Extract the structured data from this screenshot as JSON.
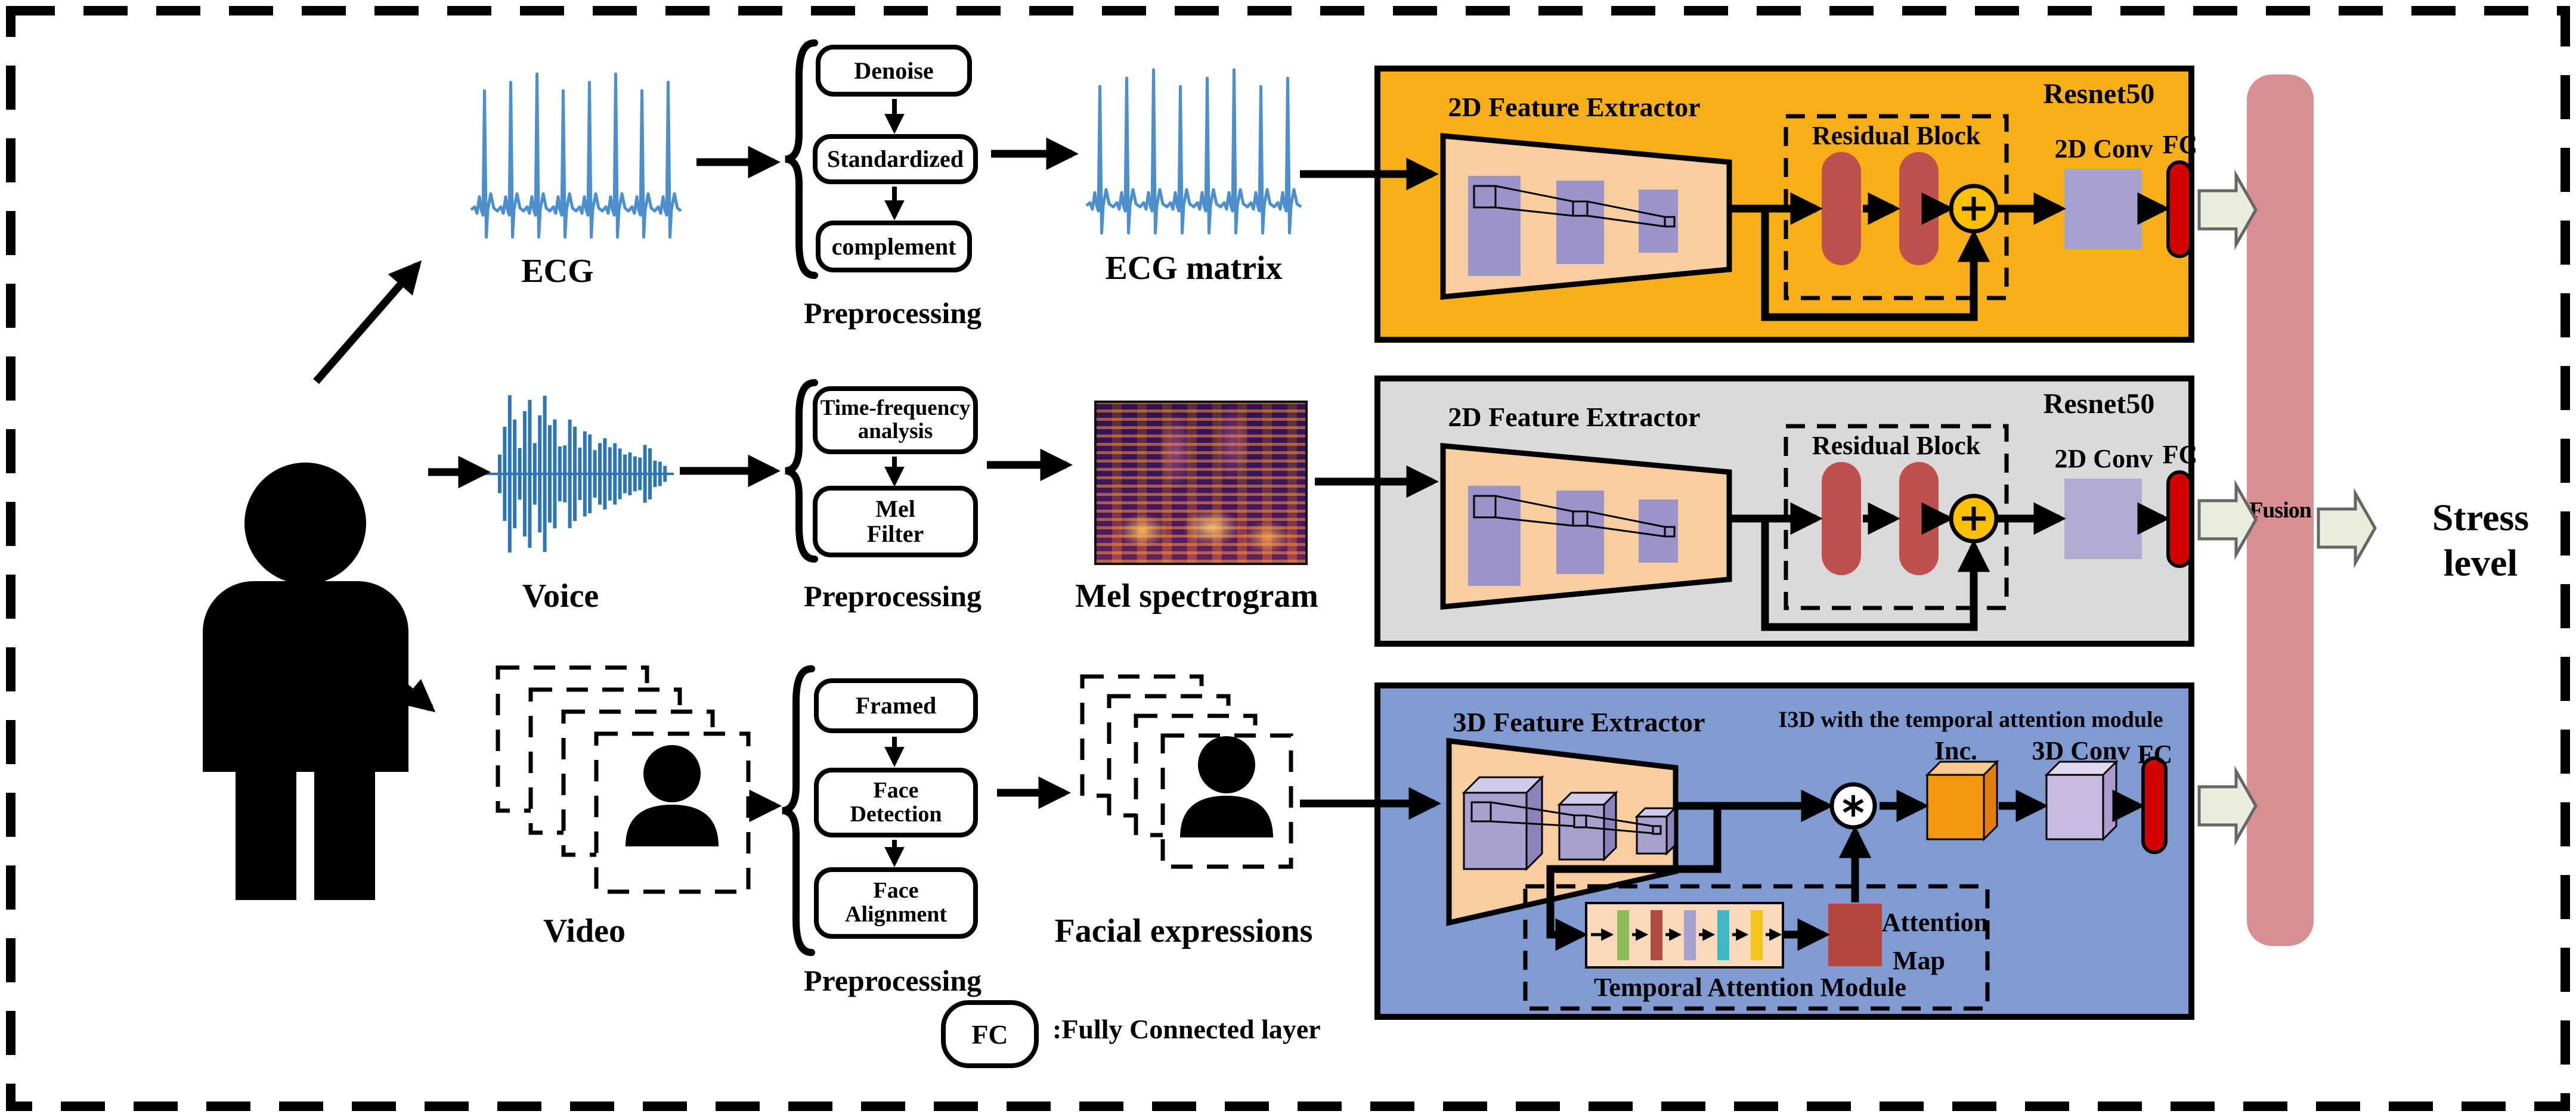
{
  "rows": {
    "ecg": {
      "input_label": "ECG",
      "preprocessing": {
        "steps": [
          [
            "Denoise"
          ],
          [
            "Standardized"
          ],
          [
            "complement"
          ]
        ],
        "label": "Preprocessing"
      },
      "intermediate_label": "ECG matrix",
      "block": {
        "extractor": "2D Feature Extractor",
        "residual": "Residual Block",
        "model": "Resnet50",
        "conv": "2D Conv",
        "fc": "FC"
      }
    },
    "voice": {
      "input_label": "Voice",
      "preprocessing": {
        "steps": [
          [
            "Time-frequency",
            "analysis"
          ],
          [
            "Mel",
            "Filter"
          ]
        ],
        "label": "Preprocessing"
      },
      "intermediate_label": "Mel spectrogram",
      "block": {
        "extractor": "2D Feature Extractor",
        "residual": "Residual Block",
        "model": "Resnet50",
        "conv": "2D Conv",
        "fc": "FC"
      }
    },
    "video": {
      "input_label": "Video",
      "preprocessing": {
        "steps": [
          [
            "Framed"
          ],
          [
            "Face",
            "Detection"
          ],
          [
            "Face",
            "Alignment"
          ]
        ],
        "label": "Preprocessing"
      },
      "intermediate_label": "Facial expressions",
      "block": {
        "extractor": "3D Feature Extractor",
        "model": "I3D with the temporal attention module",
        "inc": "Inc.",
        "conv": "3D Conv",
        "fc": "FC",
        "attention_map": [
          "Attention",
          "Map"
        ],
        "tam": "Temporal Attention Module"
      }
    }
  },
  "fusion_label": "Fusion",
  "output": [
    "Stress",
    "level"
  ],
  "legend": {
    "symbol": "FC",
    "text": ":Fully Connected layer"
  },
  "colors": {
    "ecg_branch_bg": "#F7AF17",
    "voice_branch_bg": "#DADADA",
    "video_branch_bg": "#7F9BD1",
    "fusion_bar": "#D98E91",
    "feature_extractor_fill": "#F8CD9F",
    "residual_capsule": "#C0504D",
    "fc_capsule": "#D40000",
    "conv2d_square": "#A79FD0",
    "plus_circle": "#FFC000",
    "waveform_blue": "#2E75B6",
    "inc_cube": "#F6980F",
    "conv3d_cube": "#C8BBDF",
    "attention_map_square": "#B5463D",
    "block_arrow": "#E9EDDB",
    "tam_bars": [
      "#8DBB5A",
      "#B04A42",
      "#A89FD1",
      "#3FB9C5",
      "#F4C41C"
    ]
  }
}
